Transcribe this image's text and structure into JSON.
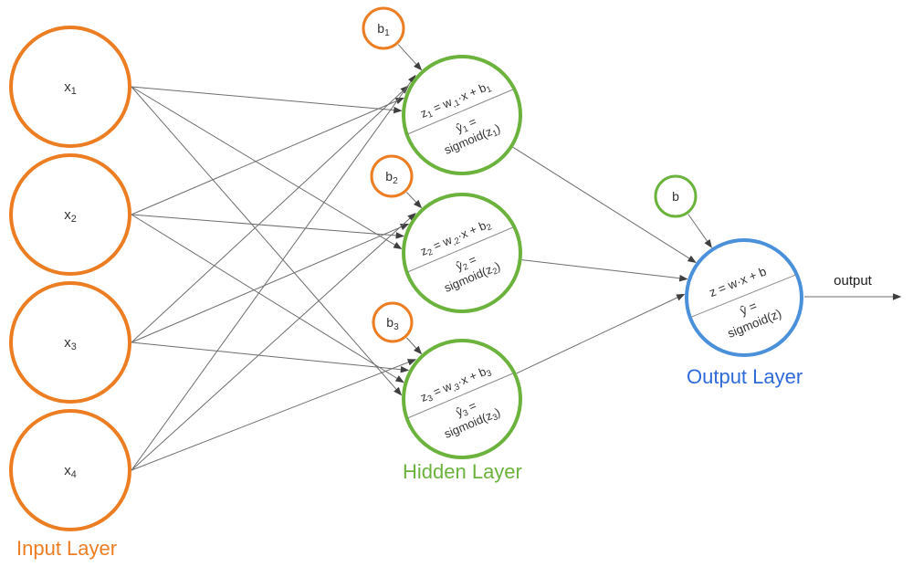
{
  "colors": {
    "input_orange": "#ED7D23",
    "hidden_green": "#6CB33E",
    "output_blue_stroke": "#4A90DA",
    "output_blue_text": "#2F6BD8",
    "edge_gray": "#6e6e6e",
    "arrowhead": "#3f3f3f",
    "divider_gray": "#8a8a8a",
    "node_text": "#333333"
  },
  "layers": {
    "input": {
      "label": "Input Layer",
      "nodes": [
        {
          "label": "x_1_"
        },
        {
          "label": "x_2_"
        },
        {
          "label": "x_3_"
        },
        {
          "label": "x_4_"
        }
      ]
    },
    "hidden": {
      "label": "Hidden Layer",
      "nodes": [
        {
          "bias": "b_1_",
          "formula": "z_1_ = w_,1_·x + b_1_",
          "act1": "ŷ_1_ =",
          "act2": "sigmoid(z_1_)"
        },
        {
          "bias": "b_2_",
          "formula": "z_2_ = w_,2_·x + b_2_",
          "act1": "ŷ_2_ =",
          "act2": "sigmoid(z_2_)"
        },
        {
          "bias": "b_3_",
          "formula": "z_3_ = w_,3_·x + b_3_",
          "act1": "ŷ_3_ =",
          "act2": "sigmoid(z_3_)"
        }
      ]
    },
    "output": {
      "label": "Output Layer",
      "node": {
        "bias": "b",
        "formula": "z = w·x + b",
        "act1": "ŷ =",
        "act2": "sigmoid(z)"
      },
      "arrow_label": "output"
    }
  }
}
